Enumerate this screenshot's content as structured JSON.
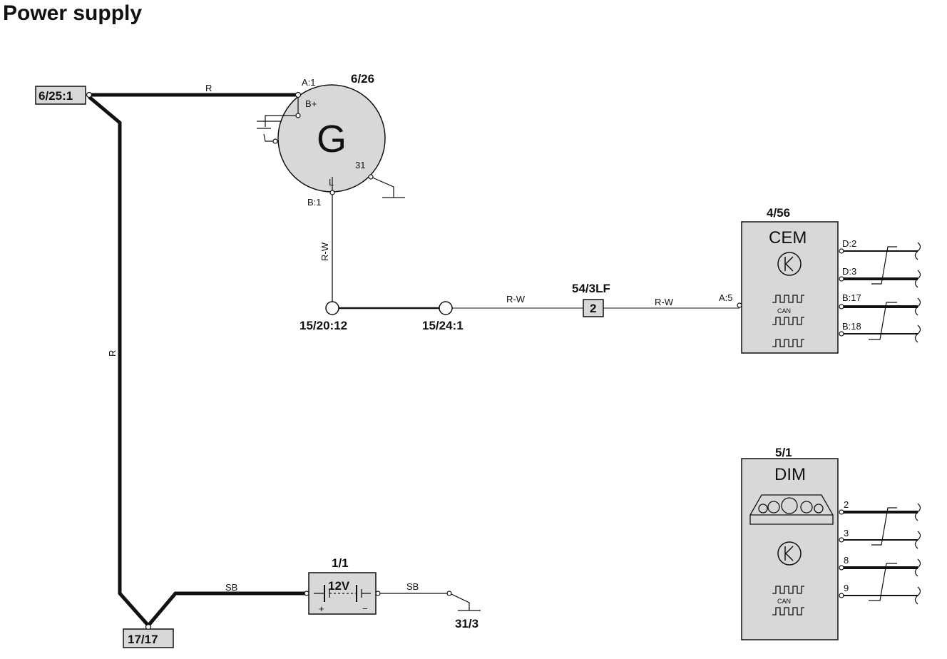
{
  "title": "Power supply",
  "colors": {
    "ink": "#111111",
    "component_fill": "#d8d8d8",
    "background": "#ffffff"
  },
  "connectors": {
    "top": "6/25:1",
    "bottom": "17/17"
  },
  "generator": {
    "ref": "6/26",
    "symbol": "G",
    "pins": {
      "a1": "A:1",
      "bplus": "B+",
      "t31": "31",
      "l": "L",
      "b1": "B:1"
    }
  },
  "splices": {
    "left": "15/20:12",
    "right": "15/24:1"
  },
  "fuse": {
    "ref": "54/3LF",
    "label": "2"
  },
  "cem": {
    "ref": "4/56",
    "name": "CEM",
    "can_label": "CAN",
    "pins": {
      "a5": "A:5",
      "d2": "D:2",
      "d3": "D:3",
      "b17": "B:17",
      "b18": "B:18"
    }
  },
  "dim": {
    "ref": "5/1",
    "name": "DIM",
    "can_label": "CAN",
    "pins": [
      "2",
      "3",
      "8",
      "9"
    ]
  },
  "battery": {
    "ref": "1/1",
    "voltage": "12V",
    "plus": "+",
    "minus": "−"
  },
  "ground": {
    "ref": "31/3"
  },
  "wires": {
    "r_top": "R",
    "r_vertical": "R",
    "rw_vertical": "R-W",
    "rw_mid": "R-W",
    "rw_right": "R-W",
    "sb_left": "SB",
    "sb_right": "SB"
  }
}
